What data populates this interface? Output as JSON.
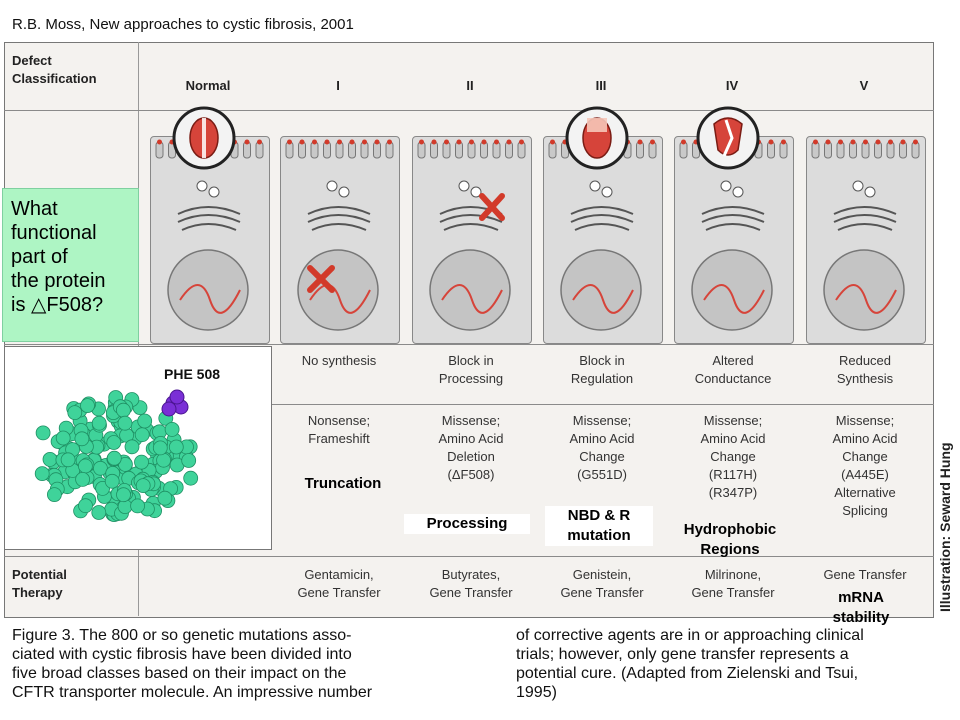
{
  "citation": "R.B. Moss, New approaches to cystic fibrosis, 2001",
  "row_headers": {
    "defect_classification_l1": "Defect",
    "defect_classification_l2": "Classification",
    "potential_therapy_l1": "Potential",
    "potential_therapy_l2": "Therapy"
  },
  "columns": [
    {
      "header": "Normal",
      "effect_l1": "",
      "effect_l2": "",
      "mut_l1": "",
      "mut_l2": "",
      "mut_l3": "",
      "mut_l4": "",
      "mut_l5": "",
      "therapy_l1": "",
      "therapy_l2": ""
    },
    {
      "header": "I",
      "effect_l1": "No synthesis",
      "effect_l2": "",
      "mut_l1": "Nonsense;",
      "mut_l2": "Frameshift",
      "mut_l3": "",
      "mut_l4": "",
      "mut_l5": "",
      "therapy_l1": "Gentamicin,",
      "therapy_l2": "Gene Transfer"
    },
    {
      "header": "II",
      "effect_l1": "Block in",
      "effect_l2": "Processing",
      "mut_l1": "Missense;",
      "mut_l2": "Amino Acid",
      "mut_l3": "Deletion",
      "mut_l4": "(ΔF508)",
      "mut_l5": "",
      "therapy_l1": "Butyrates,",
      "therapy_l2": "Gene Transfer"
    },
    {
      "header": "III",
      "effect_l1": "Block in",
      "effect_l2": "Regulation",
      "mut_l1": "Missense;",
      "mut_l2": "Amino Acid",
      "mut_l3": "Change",
      "mut_l4": "(G551D)",
      "mut_l5": "",
      "therapy_l1": "Genistein,",
      "therapy_l2": "Gene Transfer"
    },
    {
      "header": "IV",
      "effect_l1": "Altered",
      "effect_l2": "Conductance",
      "mut_l1": "Missense;",
      "mut_l2": "Amino Acid",
      "mut_l3": "Change",
      "mut_l4": "(R117H)",
      "mut_l5": "(R347P)",
      "therapy_l1": "Milrinone,",
      "therapy_l2": "Gene Transfer"
    },
    {
      "header": "V",
      "effect_l1": "Reduced",
      "effect_l2": "Synthesis",
      "mut_l1": "Missense;",
      "mut_l2": "Amino Acid",
      "mut_l3": "Change",
      "mut_l4": "(A445E)",
      "mut_l5": "Alternative",
      "mut_l6": "Splicing",
      "therapy_l1": "Gene Transfer",
      "therapy_l2": ""
    }
  ],
  "question": {
    "l1": "What",
    "l2": "functional",
    "l3": "part of",
    "l4": "the protein",
    "l5": "is △F508?"
  },
  "protein_label": "PHE 508",
  "overlays": {
    "truncation": "Truncation",
    "processing": "Processing",
    "nbd_l1": "NBD & R",
    "nbd_l2": "mutation",
    "hydro_l1": "Hydrophobic",
    "hydro_l2": "Regions",
    "mrna_l1": "mRNA",
    "mrna_l2": "stability"
  },
  "credit": "Illustration: Seward Hung",
  "caption_left": {
    "l1": "Figure 3. The 800 or so genetic mutations asso-",
    "l2": "ciated with cystic fibrosis have been divided into",
    "l3": "five broad classes based on their impact on the",
    "l4": "CFTR transporter molecule. An impressive number"
  },
  "caption_right": {
    "l1": "of corrective agents are in or approaching clinical",
    "l2": "trials; however, only gene transfer represents a",
    "l3": "potential cure. (Adapted from Zielenski and Tsui,",
    "l4": "1995)"
  },
  "colors": {
    "cell_fill": "#dcdcdc",
    "question_bg": "#aef5c4",
    "protein_green": "#3fd39a",
    "protein_purple": "#7a2fd6",
    "mark_red": "#d23a2a"
  }
}
